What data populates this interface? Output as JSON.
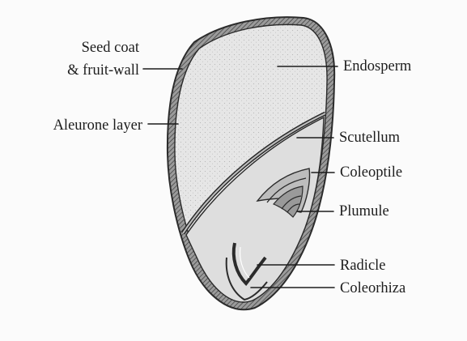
{
  "figure": {
    "labels": {
      "seed_coat_line1": "Seed coat",
      "seed_coat_line2": "& fruit-wall",
      "aleurone": "Aleurone layer",
      "endosperm": "Endosperm",
      "scutellum": "Scutellum",
      "coleoptile": "Coleoptile",
      "plumule": "Plumule",
      "radicle": "Radicle",
      "coleorhiza": "Coleorhiza"
    },
    "colors": {
      "outline": "#2b2b2b",
      "seed_coat_fill": "#9a9a9a",
      "endosperm_fill": "#e9e9e9",
      "embryo_fill": "#dcdcdc",
      "text": "#1d1d1d"
    }
  }
}
